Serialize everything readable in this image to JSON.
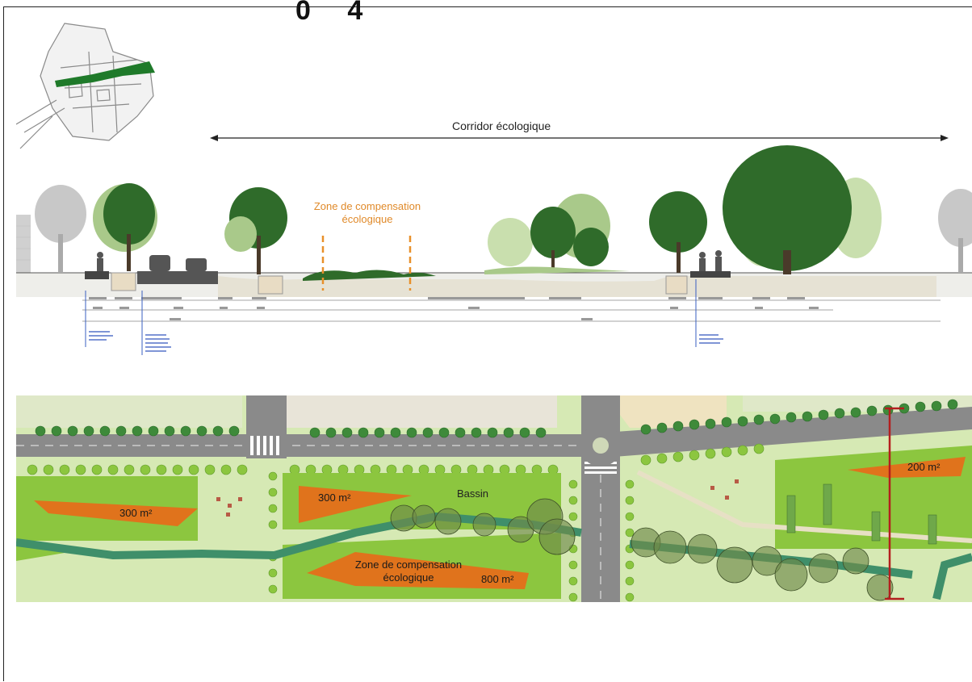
{
  "title_fragment": "0 4",
  "section": {
    "corridor_label": "Corridor écologique",
    "zone_label_line1": "Zone de compensation",
    "zone_label_line2": "écologique"
  },
  "plan": {
    "areas": [
      {
        "label": "300 m²"
      },
      {
        "label": "300 m²"
      },
      {
        "label": "800 m²"
      },
      {
        "label": "200 m²"
      }
    ],
    "bassin_label": "Bassin",
    "zone_label_line1": "Zone de compensation",
    "zone_label_line2": "écologique"
  },
  "colors": {
    "tree_dark": "#2f6b2a",
    "tree_light": "#a9c98a",
    "tree_grey": "#c8c8c8",
    "orange": "#e0731c",
    "orange_dash": "#e8902a",
    "plan_green": "#8cc63f",
    "plan_lightgreen": "#d6e9b4",
    "road": "#8a8a8a",
    "stream": "#3f8f6a",
    "red_bar": "#b41e1e"
  }
}
